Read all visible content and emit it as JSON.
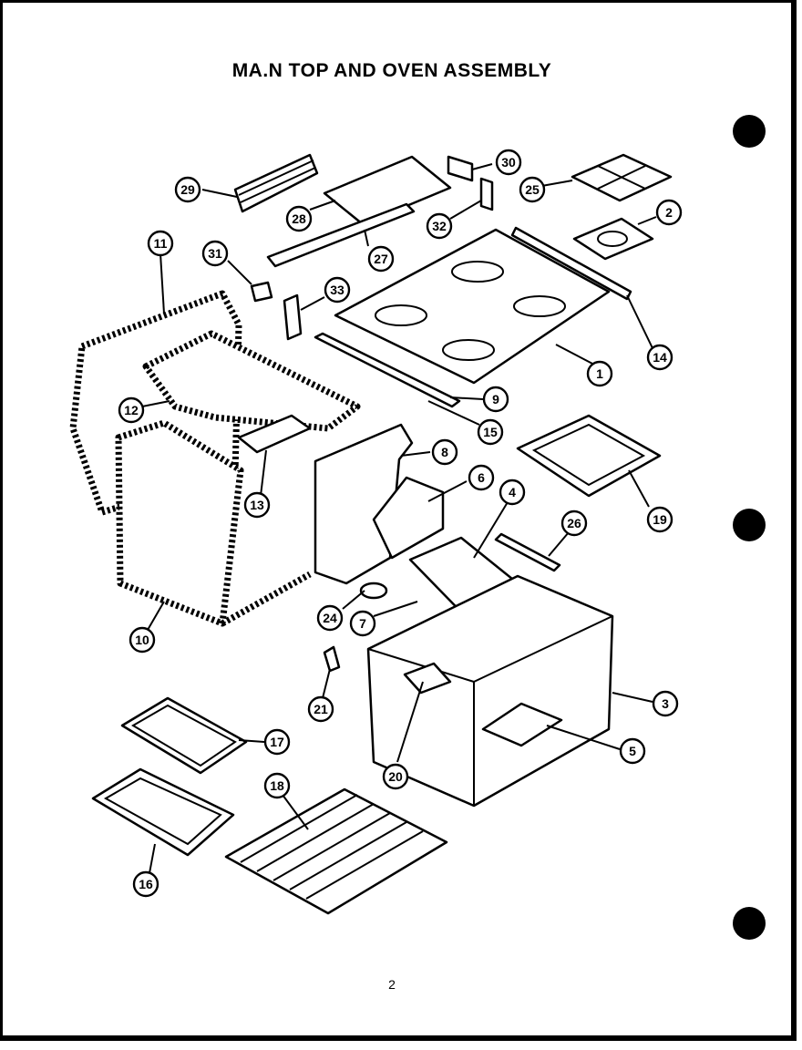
{
  "title": "MA.N TOP AND OVEN ASSEMBLY",
  "page_number": "2",
  "callouts": [
    {
      "label": "1"
    },
    {
      "label": "2"
    },
    {
      "label": "3"
    },
    {
      "label": "4"
    },
    {
      "label": "5"
    },
    {
      "label": "6"
    },
    {
      "label": "7"
    },
    {
      "label": "8"
    },
    {
      "label": "9"
    },
    {
      "label": "10"
    },
    {
      "label": "11"
    },
    {
      "label": "12"
    },
    {
      "label": "13"
    },
    {
      "label": "14"
    },
    {
      "label": "15"
    },
    {
      "label": "16"
    },
    {
      "label": "17"
    },
    {
      "label": "18"
    },
    {
      "label": "19"
    },
    {
      "label": "20"
    },
    {
      "label": "21"
    },
    {
      "label": "24"
    },
    {
      "label": "25"
    },
    {
      "label": "26"
    },
    {
      "label": "27"
    },
    {
      "label": "28"
    },
    {
      "label": "29"
    },
    {
      "label": "30"
    },
    {
      "label": "31"
    },
    {
      "label": "32"
    },
    {
      "label": "33"
    }
  ]
}
